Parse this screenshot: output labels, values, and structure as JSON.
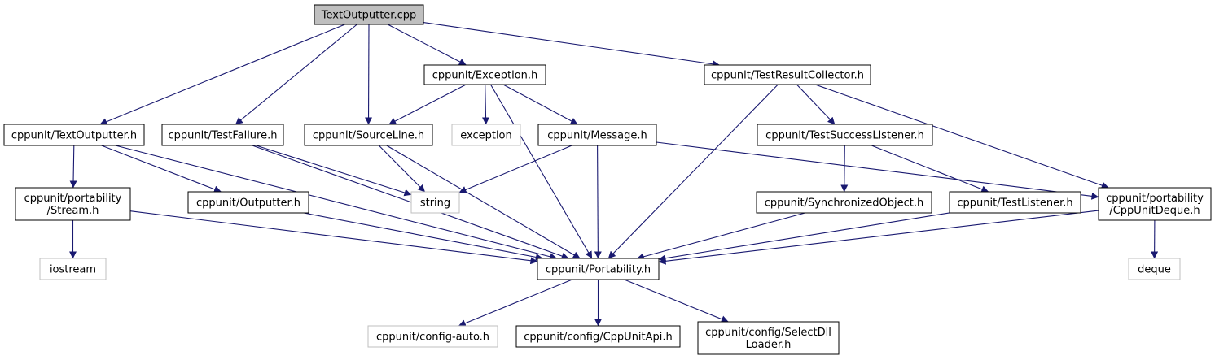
{
  "colors": {
    "edge": "#191970",
    "node_border": "#000000",
    "external_border": "#bfbfbf",
    "root_fill": "#bfbfbf",
    "node_fill": "#ffffff",
    "text": "#000000"
  },
  "nodes": {
    "root": {
      "lines": [
        "TextOutputter.cpp"
      ],
      "kind": "root"
    },
    "exception_h": {
      "lines": [
        "cppunit/Exception.h"
      ],
      "kind": "header"
    },
    "testresultcollector_h": {
      "lines": [
        "cppunit/TestResultCollector.h"
      ],
      "kind": "header"
    },
    "textoutputter_h": {
      "lines": [
        "cppunit/TextOutputter.h"
      ],
      "kind": "header"
    },
    "testfailure_h": {
      "lines": [
        "cppunit/TestFailure.h"
      ],
      "kind": "header"
    },
    "sourceline_h": {
      "lines": [
        "cppunit/SourceLine.h"
      ],
      "kind": "header"
    },
    "exception": {
      "lines": [
        "exception"
      ],
      "kind": "external"
    },
    "message_h": {
      "lines": [
        "cppunit/Message.h"
      ],
      "kind": "header"
    },
    "testsuccesslistener_h": {
      "lines": [
        "cppunit/TestSuccessListener.h"
      ],
      "kind": "header"
    },
    "stream_h": {
      "lines": [
        "cppunit/portability",
        "/Stream.h"
      ],
      "kind": "header"
    },
    "outputter_h": {
      "lines": [
        "cppunit/Outputter.h"
      ],
      "kind": "header"
    },
    "string": {
      "lines": [
        "string"
      ],
      "kind": "external"
    },
    "synchronizedobject_h": {
      "lines": [
        "cppunit/SynchronizedObject.h"
      ],
      "kind": "header"
    },
    "testlistener_h": {
      "lines": [
        "cppunit/TestListener.h"
      ],
      "kind": "header"
    },
    "cppunitdeque_h": {
      "lines": [
        "cppunit/portability",
        "/CppUnitDeque.h"
      ],
      "kind": "header"
    },
    "iostream": {
      "lines": [
        "iostream"
      ],
      "kind": "external"
    },
    "portability_h": {
      "lines": [
        "cppunit/Portability.h"
      ],
      "kind": "header"
    },
    "deque": {
      "lines": [
        "deque"
      ],
      "kind": "external"
    },
    "config_auto_h": {
      "lines": [
        "cppunit/config-auto.h"
      ],
      "kind": "external"
    },
    "cppunitapi_h": {
      "lines": [
        "cppunit/config/CppUnitApi.h"
      ],
      "kind": "header"
    },
    "selectdllloader_h": {
      "lines": [
        "cppunit/config/SelectDll",
        "Loader.h"
      ],
      "kind": "header"
    }
  },
  "edges": [
    [
      "root",
      "textoutputter_h"
    ],
    [
      "root",
      "testfailure_h"
    ],
    [
      "root",
      "sourceline_h"
    ],
    [
      "root",
      "exception_h"
    ],
    [
      "root",
      "testresultcollector_h"
    ],
    [
      "exception_h",
      "sourceline_h"
    ],
    [
      "exception_h",
      "exception"
    ],
    [
      "exception_h",
      "message_h"
    ],
    [
      "exception_h",
      "portability_h"
    ],
    [
      "testresultcollector_h",
      "testsuccesslistener_h"
    ],
    [
      "testresultcollector_h",
      "cppunitdeque_h"
    ],
    [
      "testresultcollector_h",
      "portability_h"
    ],
    [
      "textoutputter_h",
      "stream_h"
    ],
    [
      "textoutputter_h",
      "outputter_h"
    ],
    [
      "textoutputter_h",
      "portability_h"
    ],
    [
      "testfailure_h",
      "string"
    ],
    [
      "testfailure_h",
      "portability_h"
    ],
    [
      "sourceline_h",
      "string"
    ],
    [
      "sourceline_h",
      "portability_h"
    ],
    [
      "message_h",
      "string"
    ],
    [
      "message_h",
      "portability_h"
    ],
    [
      "message_h",
      "cppunitdeque_h"
    ],
    [
      "testsuccesslistener_h",
      "synchronizedobject_h"
    ],
    [
      "testsuccesslistener_h",
      "testlistener_h"
    ],
    [
      "stream_h",
      "iostream"
    ],
    [
      "stream_h",
      "portability_h"
    ],
    [
      "outputter_h",
      "portability_h"
    ],
    [
      "synchronizedobject_h",
      "portability_h"
    ],
    [
      "testlistener_h",
      "portability_h"
    ],
    [
      "cppunitdeque_h",
      "deque"
    ],
    [
      "cppunitdeque_h",
      "portability_h"
    ],
    [
      "portability_h",
      "config_auto_h"
    ],
    [
      "portability_h",
      "cppunitapi_h"
    ],
    [
      "portability_h",
      "selectdllloader_h"
    ]
  ]
}
